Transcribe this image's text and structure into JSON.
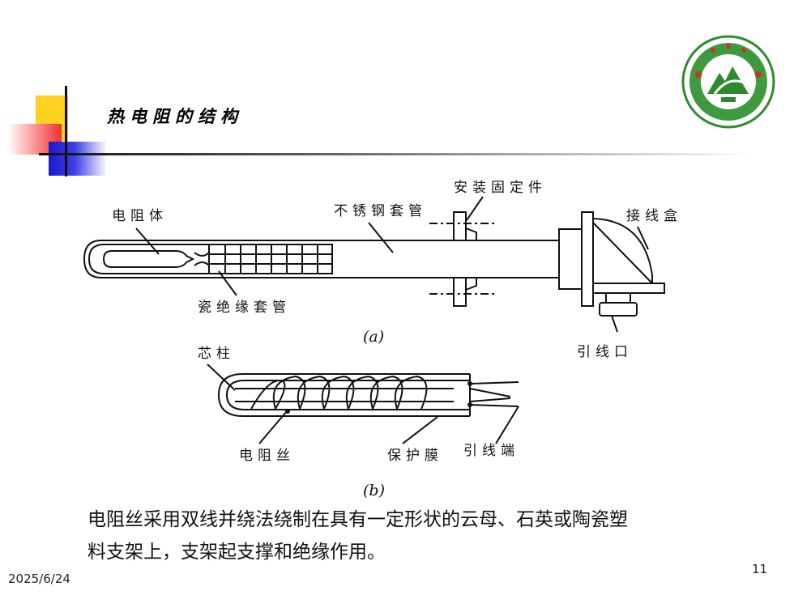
{
  "slide": {
    "title": "热电阻的结构",
    "date": "2025/6/24",
    "page_number": "11",
    "description_lines": [
      "电阻丝采用双线并绕法绕制在具有一定形状的云母、石英或陶瓷塑",
      "料支架上，支架起支撑和绝缘作用。"
    ]
  },
  "diagram_a": {
    "caption": "(a)",
    "labels": {
      "resistor_body": "电阻体",
      "stainless_sleeve": "不锈钢套管",
      "mounting_fixture": "安装固定件",
      "junction_box": "接线盒",
      "ceramic_sleeve": "瓷绝缘套管",
      "lead_outlet": "引线口"
    }
  },
  "diagram_b": {
    "caption": "(b)",
    "labels": {
      "core": "芯柱",
      "resistance_wire": "电阻丝",
      "protective_film": "保护膜",
      "lead_terminal": "引线端"
    }
  },
  "colors": {
    "deco_yellow": "#ffd21f",
    "deco_red": "#f03030",
    "deco_blue": "#1a1ad0",
    "logo_green": "#2f8a2f",
    "logo_red": "#c0392b"
  },
  "logo_icon": "university-seal-icon"
}
